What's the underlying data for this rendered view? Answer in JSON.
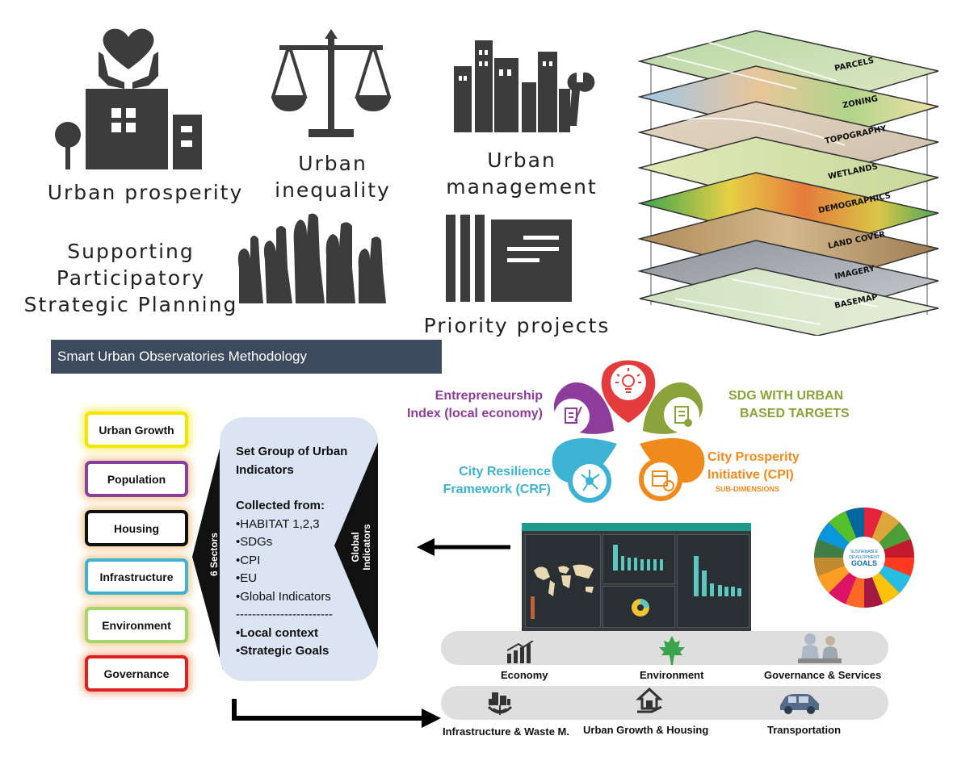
{
  "top_themes": {
    "prosperity": [
      "Urban prosperity"
    ],
    "inequality": [
      "Urban",
      "inequality"
    ],
    "management": [
      "Urban",
      "management"
    ],
    "planning": [
      "Supporting",
      "Participatory",
      "Strategic Planning"
    ],
    "projects": [
      "Priority projects"
    ]
  },
  "gis_layers": [
    "PARCELS",
    "ZONING",
    "TOPOGRAPHY",
    "WETLANDS",
    "DEMOGRAPHICS",
    "LAND COVER",
    "IMAGERY",
    "BASEMAP"
  ],
  "banner": "Smart Urban Observatories Methodology",
  "sectors": [
    {
      "label": "Urban Growth",
      "color": "#f2e600"
    },
    {
      "label": "Population",
      "color": "#8a3f9e"
    },
    {
      "label": "Housing",
      "color": "#111111"
    },
    {
      "label": "Infrastructure",
      "color": "#3fb2d6"
    },
    {
      "label": "Environment",
      "color": "#a5d86a"
    },
    {
      "label": "Governance",
      "color": "#e02020"
    }
  ],
  "sectors_tag": "6 Sectors",
  "global_tag": [
    "Global",
    "Indicators"
  ],
  "indicator_card": {
    "title": [
      "Set Group of Urban",
      "Indicators"
    ],
    "collected_title": "Collected from:",
    "sources": [
      "•HABITAT 1,2,3",
      "•SDGs",
      "•CPI",
      "•EU",
      "•Global Indicators"
    ],
    "divider": "------------------------",
    "local": [
      "•Local context",
      "•Strategic Goals"
    ]
  },
  "frameworks": {
    "entrepreneurship": [
      "Entrepreneurship",
      "Index (local economy)"
    ],
    "sdg": [
      "SDG WITH URBAN",
      "BASED TARGETS"
    ],
    "resilience": [
      "City Resilience",
      "Framework (CRF)"
    ],
    "prosperity": [
      "City Prosperity",
      "Initiative (CPI)"
    ],
    "prosperity_sub": "SUB-DIMENSIONS",
    "colors": {
      "purple": "#8e3c9c",
      "red": "#e43c3c",
      "olive": "#8ba33b",
      "cyan": "#3cb3d3",
      "orange": "#f08a1c"
    }
  },
  "sdg_wheel_text": [
    "SUSTAINABLE",
    "DEVELOPMENT",
    "GOALS"
  ],
  "dimension_row_1": [
    "Economy",
    "Environment",
    "Governance & Services"
  ],
  "dimension_row_2": [
    "Infrastructure & Waste M.",
    "Urban Growth & Housing",
    "Transportation"
  ]
}
